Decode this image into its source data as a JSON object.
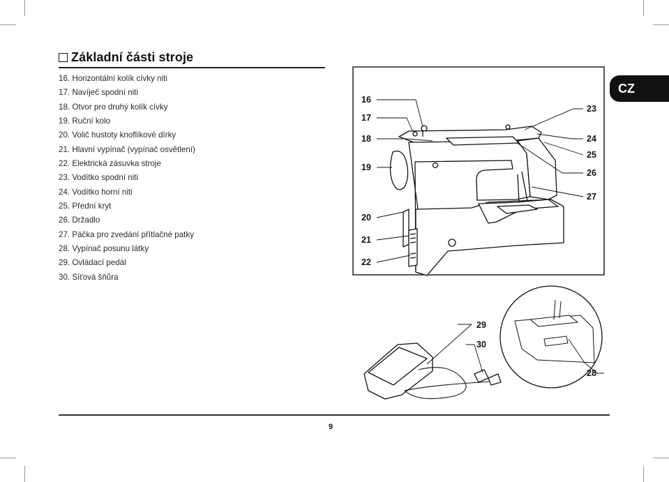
{
  "section": {
    "title": "Základní části stroje"
  },
  "parts_list": [
    "16. Horizontální kolík cívky niti",
    "17. Navíječ spodní niti",
    "18. Otvor pro druhý kolík cívky",
    "19. Ruční kolo",
    "20. Volič hustoty knoflíkové dírky",
    "21. Hlavní vypínač (vypínač osvětlení)",
    "22. Elektrická zásuvka stroje",
    "23. Vodítko spodní niti",
    "24. Vodítko horní niti",
    "25. Přední kryt",
    "26. Držadlo",
    "27. Páčka pro zvedání přítlačné patky",
    "28. Vypínač posunu látky",
    "29. Ovládací pedál",
    "30. Síťová šňůra"
  ],
  "language_badge": "CZ",
  "figure_labels": {
    "left": [
      "16",
      "17",
      "18",
      "19",
      "20",
      "21",
      "22"
    ],
    "right": [
      "23",
      "24",
      "25",
      "26",
      "27"
    ],
    "lower": [
      "29",
      "30",
      "28"
    ]
  },
  "page_number": "9",
  "colors": {
    "ink": "#111111",
    "badge_background": "#111111",
    "badge_text": "#ffffff"
  }
}
